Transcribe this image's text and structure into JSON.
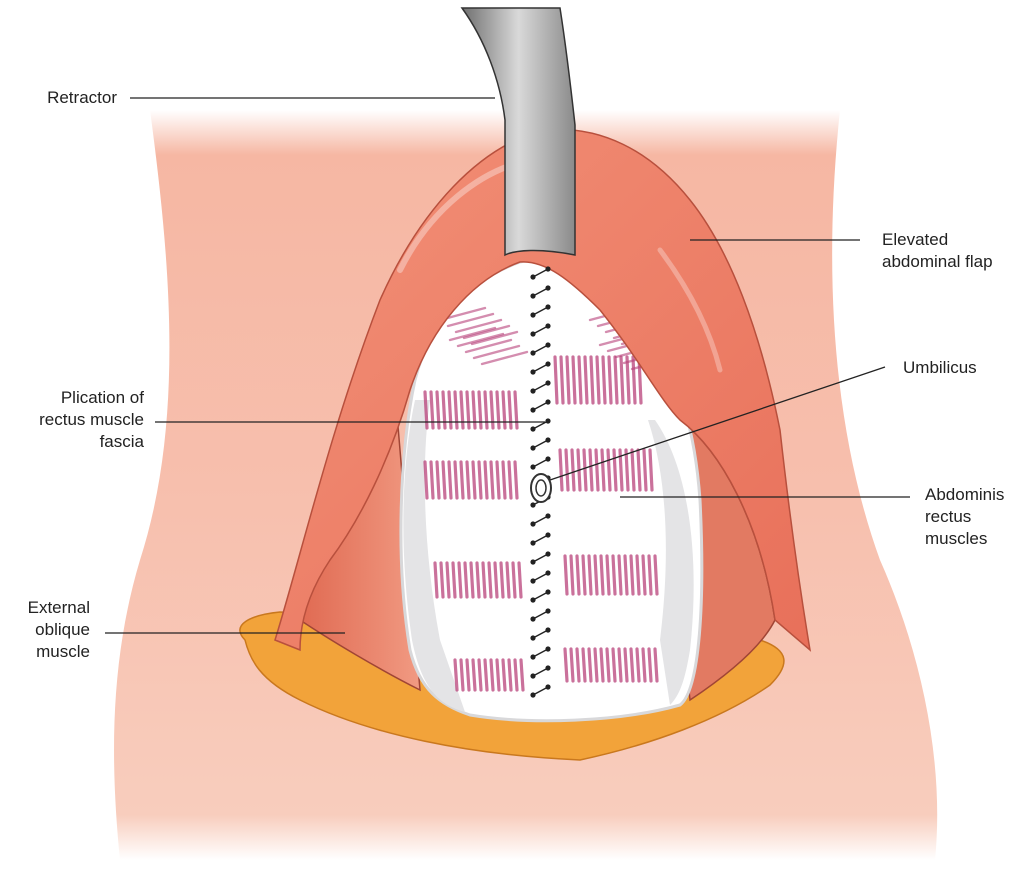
{
  "labels": {
    "retractor": [
      "Retractor"
    ],
    "flap": [
      "Elevated",
      "abdominal flap"
    ],
    "umbilicus": [
      "Umbilicus"
    ],
    "plication": [
      "Plication of",
      "rectus muscle",
      "fascia"
    ],
    "rectus": [
      "Abdominis",
      "rectus",
      "muscles"
    ],
    "oblique": [
      "External",
      "oblique",
      "muscle"
    ]
  },
  "colors": {
    "skin": "#f6b9a6",
    "flap": "#ee7f64",
    "fat": "#f2a33a",
    "fascia": "#ffffff",
    "fascia_edge": "#e2e2e4",
    "muscle_fiber": "#b8417a",
    "oblique_muscle": "#d96a55",
    "retractor": "#8e8e8e",
    "leader_line": "#222222"
  }
}
